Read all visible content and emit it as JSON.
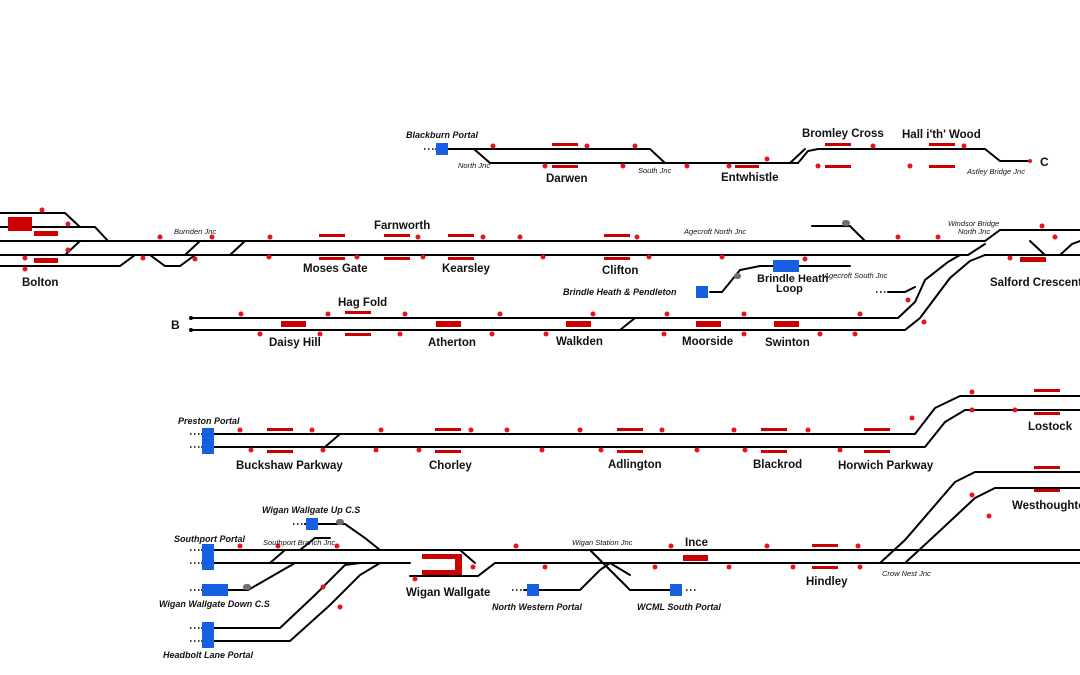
{
  "stations": {
    "darwen": "Darwen",
    "entwhistle": "Entwhistle",
    "bromley_cross": "Bromley Cross",
    "hall_i_th_wood": "Hall i'th' Wood",
    "bolton": "Bolton",
    "moses_gate": "Moses Gate",
    "farnworth": "Farnworth",
    "kearsley": "Kearsley",
    "clifton": "Clifton",
    "brindle_heath_loop_1": "Brindle Heath",
    "brindle_heath_loop_2": "Loop",
    "salford_crescent": "Salford Crescent",
    "hag_fold": "Hag Fold",
    "daisy_hill": "Daisy Hill",
    "atherton": "Atherton",
    "walkden": "Walkden",
    "moorside": "Moorside",
    "swinton": "Swinton",
    "buckshaw_parkway": "Buckshaw Parkway",
    "chorley": "Chorley",
    "adlington": "Adlington",
    "blackrod": "Blackrod",
    "horwich_parkway": "Horwich Parkway",
    "lostock": "Lostock",
    "westhoughton": "Westhoughton",
    "wigan_wallgate": "Wigan Wallgate",
    "ince": "Ince",
    "hindley": "Hindley"
  },
  "junctions": {
    "north_jnc": "North Jnc",
    "south_jnc": "South Jnc",
    "astley_bridge_jnc": "Astley Bridge Jnc",
    "burnden_jnc": "Burnden Jnc",
    "agecroft_north_jnc": "Agecroft North Jnc",
    "windsor_bridge_1": "Windsor Bridge",
    "windsor_bridge_2": "North Jnc",
    "agecroft_south_jnc": "Agecroft South Jnc",
    "southport_branch_jnc": "Southport Branch Jnc",
    "wigan_station_jnc": "Wigan Station Jnc",
    "crow_nest_jnc": "Crow Nest Jnc"
  },
  "portals": {
    "blackburn": "Blackburn Portal",
    "brindle_heath_pendleton": "Brindle Heath & Pendleton",
    "preston": "Preston Portal",
    "wigan_wallgate_up_cs": "Wigan Wallgate Up C.S",
    "southport": "Southport Portal",
    "wigan_wallgate_down_cs": "Wigan Wallgate Down C.S",
    "headbolt_lane": "Headbolt Lane Portal",
    "north_western": "North Western Portal",
    "wcml_south": "WCML South Portal"
  },
  "route_markers": {
    "c": "C",
    "b": "B"
  },
  "colors": {
    "platform": "#cc0000",
    "portal": "#1560e0",
    "signal": "#e8111f",
    "track": "#000000"
  }
}
